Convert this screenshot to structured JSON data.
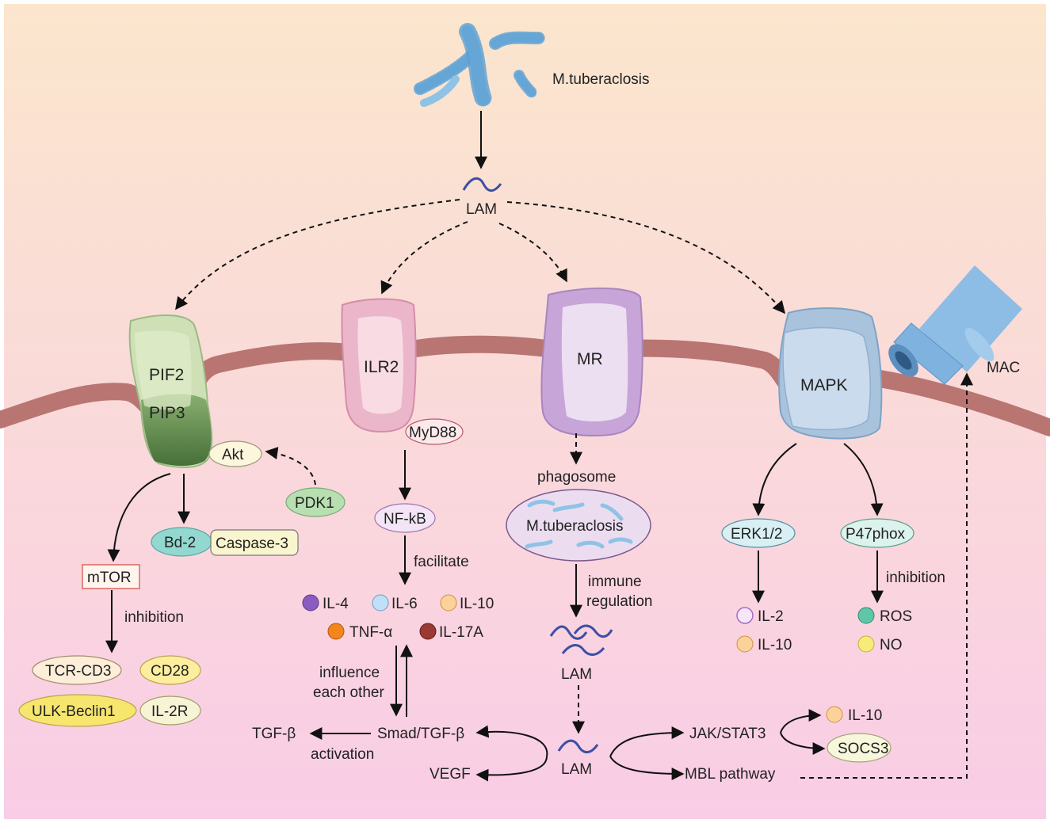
{
  "labels": {
    "mtb_top": "M.tuberaclosis",
    "lam_top": "LAM",
    "mac": "MAC"
  },
  "receptors": {
    "pif2": "PIF2",
    "pip3": "PIP3",
    "ilr2": "ILR2",
    "mr": "MR",
    "mapk": "MAPK"
  },
  "left_branch": {
    "akt": "Akt",
    "pdk1": "PDK1",
    "bcl2": "Bd-2",
    "caspase3": "Caspase-3",
    "mtor": "mTOR",
    "inhibition": "inhibition",
    "tcr_cd3": "TCR-CD3",
    "cd28": "CD28",
    "ulk_beclin1": "ULK-Beclin1",
    "il2r": "IL-2R"
  },
  "ilr2_branch": {
    "myd88": "MyD88",
    "nfkb": "NF-kB",
    "facilitate": "facilitate",
    "cytokines": [
      {
        "label": "IL-4",
        "color": "#8a5cc2"
      },
      {
        "label": "IL-6",
        "color": "#bfe0f7"
      },
      {
        "label": "IL-10",
        "color": "#fbd39a"
      },
      {
        "label": "TNF-α",
        "color": "#f2851c"
      },
      {
        "label": "IL-17A",
        "color": "#9a3a32"
      }
    ],
    "influence_1": "influence",
    "influence_2": "each other",
    "smad": "Smad/TGF-β",
    "tgfb": "TGF-β",
    "activation": "activation",
    "vegf": "VEGF"
  },
  "mr_branch": {
    "phagosome": "phagosome",
    "mtb_inside": "M.tuberaclosis",
    "immune": "immune",
    "regulation": "regulation",
    "lam_mid": "LAM",
    "lam_low": "LAM",
    "jak_stat3": "JAK/STAT3",
    "mbl": "MBL pathway",
    "il10": "IL-10",
    "socs3": "SOCS3"
  },
  "mapk_branch": {
    "erk": "ERK1/2",
    "p47": "P47phox",
    "inhibition": "inhibition",
    "il2": "IL-2",
    "il10": "IL-10",
    "ros": "ROS",
    "no": "NO",
    "dot_colors": {
      "il2": "#c89be0",
      "il10": "#fbd39a",
      "ros": "#5fc7a8",
      "no": "#f7ec7a"
    }
  },
  "colors": {
    "bg_top": "#fbe5cf",
    "bg_bottom": "#f9cfe6",
    "membrane": "#b97571",
    "bacteria": "#8fc3e6",
    "lam_wave": "#3c4fa3",
    "pif2": "#c9ddb2",
    "pip3": "#5f8f4a",
    "ilr2": "#ebb6ca",
    "mr": "#c8a5d8",
    "mapk": "#b8cfe4",
    "mac": "#8dbde5"
  }
}
